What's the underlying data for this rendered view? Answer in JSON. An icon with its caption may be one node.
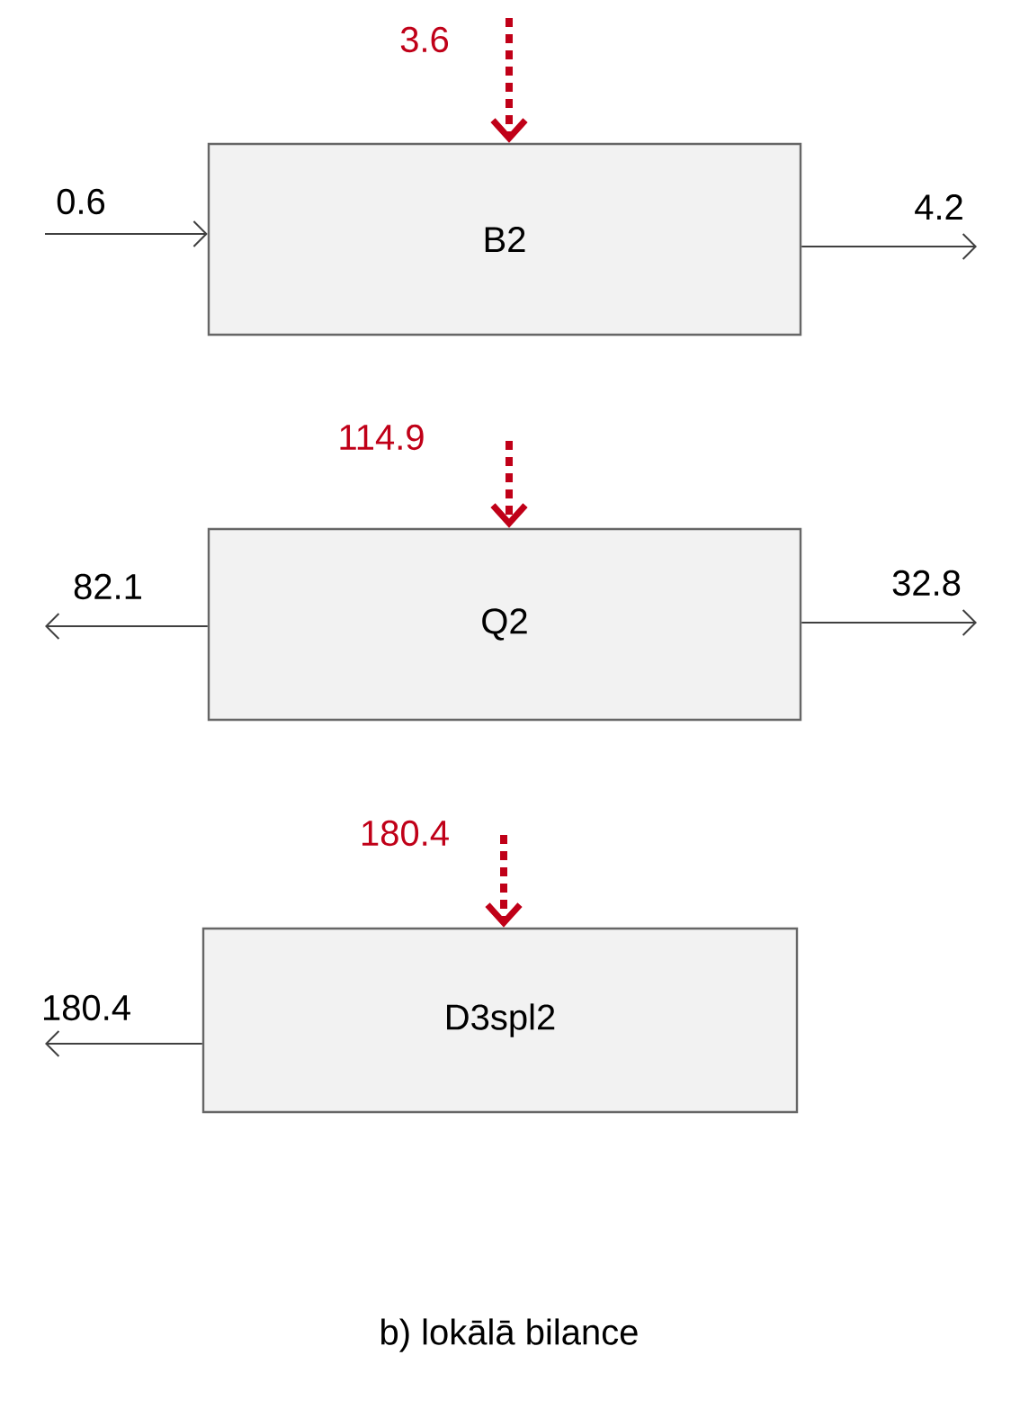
{
  "diagram": {
    "caption": "b) lokālā bilance",
    "nodes": [
      {
        "text": [
          "B2"
        ]
      },
      {
        "text": [
          "Q2"
        ]
      },
      {
        "text": [
          "D3spl2"
        ]
      }
    ],
    "edges": [
      {
        "from": null,
        "to": 0,
        "arrow": "to",
        "label": "0.6"
      },
      {
        "from": 0,
        "to": null,
        "arrow": "to",
        "label": "4.2"
      },
      {
        "from": null,
        "to": 0,
        "arrow": "to",
        "label": "3.6",
        "style": "dashed",
        "color": "#c00018"
      },
      {
        "from": 1,
        "to": null,
        "arrow": "to",
        "label": "82.1"
      },
      {
        "from": 1,
        "to": null,
        "arrow": "to",
        "label": "32.8"
      },
      {
        "from": null,
        "to": 1,
        "arrow": "to",
        "label": "114.9",
        "style": "dashed",
        "color": "#c00018"
      },
      {
        "from": 2,
        "to": null,
        "arrow": "to",
        "label": "180.4"
      },
      {
        "from": null,
        "to": 2,
        "arrow": "to",
        "label": "180.4",
        "style": "dashed",
        "color": "#c00018"
      }
    ]
  }
}
